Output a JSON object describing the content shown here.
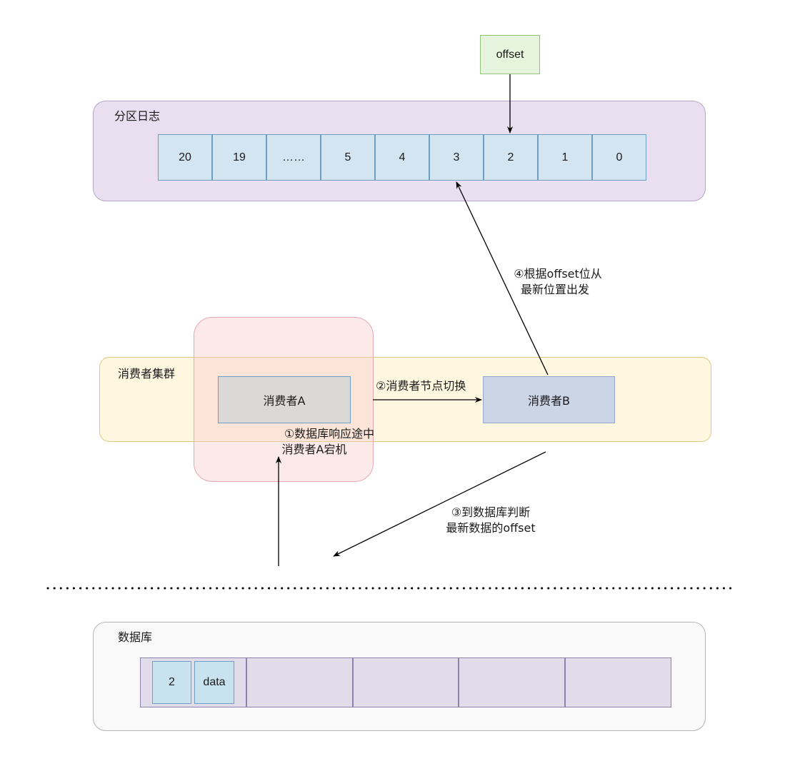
{
  "offset_label": "offset",
  "partition_log": {
    "title": "分区日志",
    "cells": [
      "20",
      "19",
      "……",
      "5",
      "4",
      "3",
      "2",
      "1",
      "0"
    ]
  },
  "consumer_cluster": {
    "title": "消费者集群",
    "consumer_a": "消费者A",
    "consumer_b": "消费者B"
  },
  "steps": {
    "step1": [
      "①数据库响应途中",
      "消费者A宕机"
    ],
    "step2": "②消费者节点切换",
    "step3": [
      "③到数据库判断",
      "最新数据的offset"
    ],
    "step4": [
      "④根据offset位从",
      "最新位置出发"
    ]
  },
  "database": {
    "title": "数据库",
    "record_offset": "2",
    "record_data": "data"
  }
}
